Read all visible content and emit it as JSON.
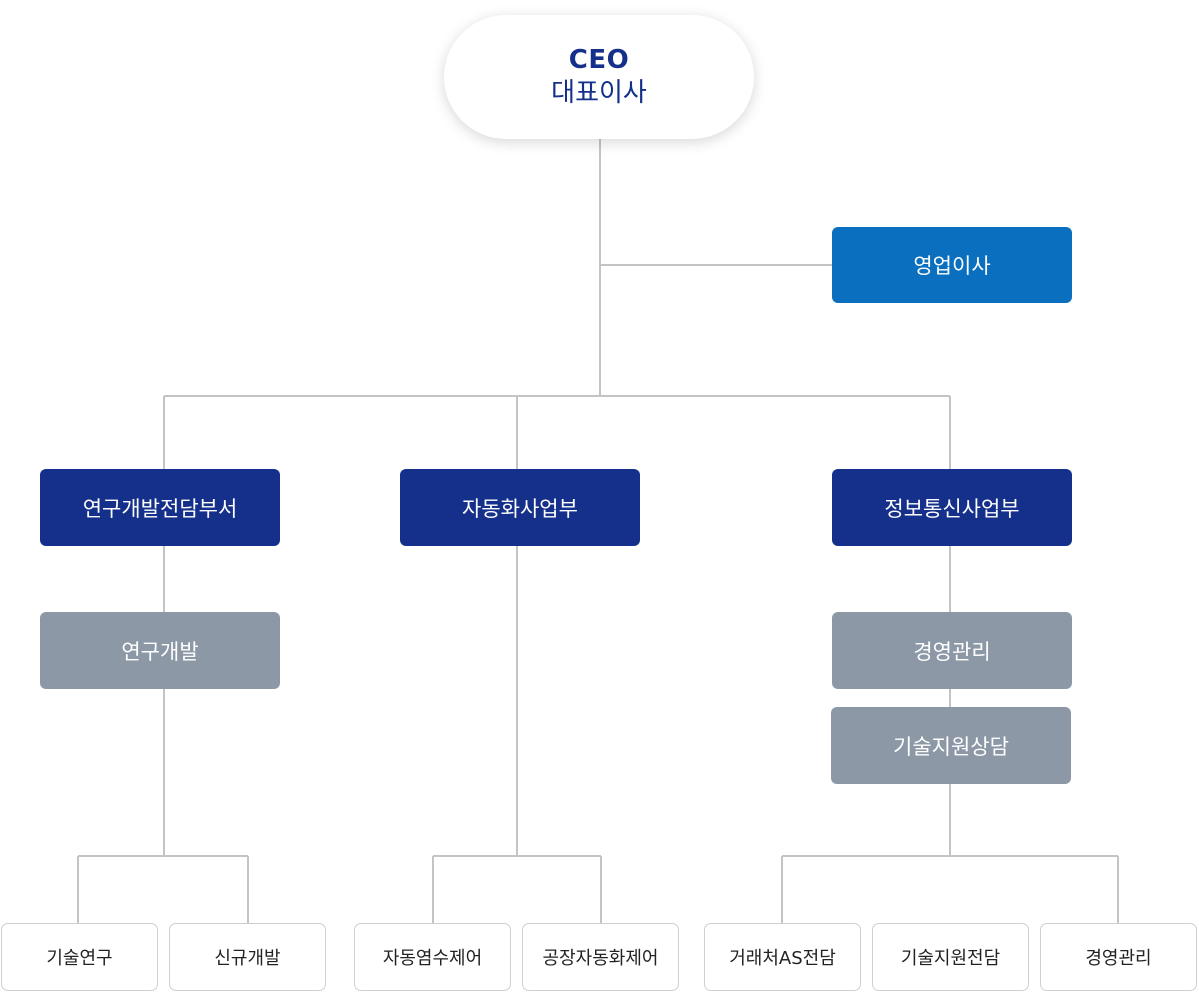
{
  "ceo": {
    "title_en": "CEO",
    "title_ko": "대표이사"
  },
  "sales_director": {
    "label": "영업이사"
  },
  "departments": {
    "rnd": {
      "label": "연구개발전담부서"
    },
    "automation": {
      "label": "자동화사업부"
    },
    "ict": {
      "label": "정보통신사업부"
    }
  },
  "teams": {
    "rnd_dev": {
      "label": "연구개발"
    },
    "management": {
      "label": "경영관리"
    },
    "tech_support": {
      "label": "기술지원상담"
    }
  },
  "units": {
    "tech_research": {
      "label": "기술연구"
    },
    "new_dev": {
      "label": "신규개발"
    },
    "salt_control": {
      "label": "자동염수제어"
    },
    "factory_auto": {
      "label": "공장자동화제어"
    },
    "client_as": {
      "label": "거래처AS전담"
    },
    "tech_support_dedicated": {
      "label": "기술지원전담"
    },
    "management": {
      "label": "경영관리"
    }
  },
  "colors": {
    "ceo_text": "#14308a",
    "executive": "#0a6fbe",
    "department": "#14308a",
    "team": "#8c98a6",
    "connector": "#c4c4c4"
  }
}
